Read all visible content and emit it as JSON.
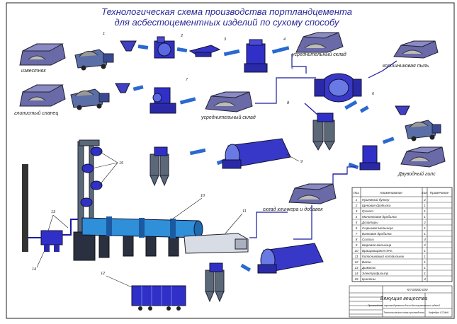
{
  "title": {
    "line1": "Технологическая схема производства портландцемента",
    "line2": "для асбестоцементных изделий по сухому способу"
  },
  "labels": {
    "limestone": "известняк",
    "shale": "глинистый сланец",
    "homog_store": "усреднительный склад",
    "homog_store2": "усреднительный склад",
    "flux": "колошниковая пыль",
    "gypsum": "Двуводный гипс",
    "clinker_store": "склад клинкера и добавок"
  },
  "numbers": {
    "n1": "1",
    "n2": "2",
    "n3": "3",
    "n4": "4",
    "n5": "5",
    "n6": "6",
    "n7": "7",
    "n8": "8",
    "n9": "9",
    "n10": "10",
    "n11": "11",
    "n12": "12",
    "n13": "13",
    "n14": "14",
    "n15": "15"
  },
  "legend": {
    "headers": [
      "Поз.",
      "Наименование",
      "Кол.",
      "Примечание"
    ],
    "rows": [
      [
        "1",
        "Приемный бункер",
        "2",
        ""
      ],
      [
        "2",
        "Щековая дробилка",
        "1",
        ""
      ],
      [
        "3",
        "Грохот",
        "1",
        ""
      ],
      [
        "4",
        "Молотковая дробилка",
        "1",
        ""
      ],
      [
        "5",
        "Дозаторы",
        "2",
        ""
      ],
      [
        "6",
        "Сырьевая мельница",
        "1",
        ""
      ],
      [
        "7",
        "Валковая дробилка",
        "1",
        ""
      ],
      [
        "8",
        "Силосы",
        "4",
        ""
      ],
      [
        "9",
        "Шаровая мельница",
        "2",
        ""
      ],
      [
        "10",
        "Вращающаяся печь",
        "1",
        ""
      ],
      [
        "11",
        "Колосниковый холодильник",
        "1",
        ""
      ],
      [
        "12",
        "Вагон",
        "1",
        ""
      ],
      [
        "13",
        "Дымосос",
        "1",
        ""
      ],
      [
        "14",
        "Электрофильтр",
        "1",
        ""
      ],
      [
        "15",
        "Циклоны",
        "4",
        ""
      ]
    ]
  },
  "stamp": {
    "code": "КП 00000.000",
    "title": "Вяжущие вещества",
    "subtitle": "Производство портландцемента для асбестоцементных изделий",
    "sheet": "Технологическая схема производства",
    "org": "Кафедра ССМиК"
  },
  "colors": {
    "equipment": "#3030c8",
    "conveyor": "#2a6ad0",
    "shed": "#6a6aa8",
    "kiln": "#2f8fd8",
    "line": "#1a1aa0",
    "silo": "#5a6878"
  }
}
